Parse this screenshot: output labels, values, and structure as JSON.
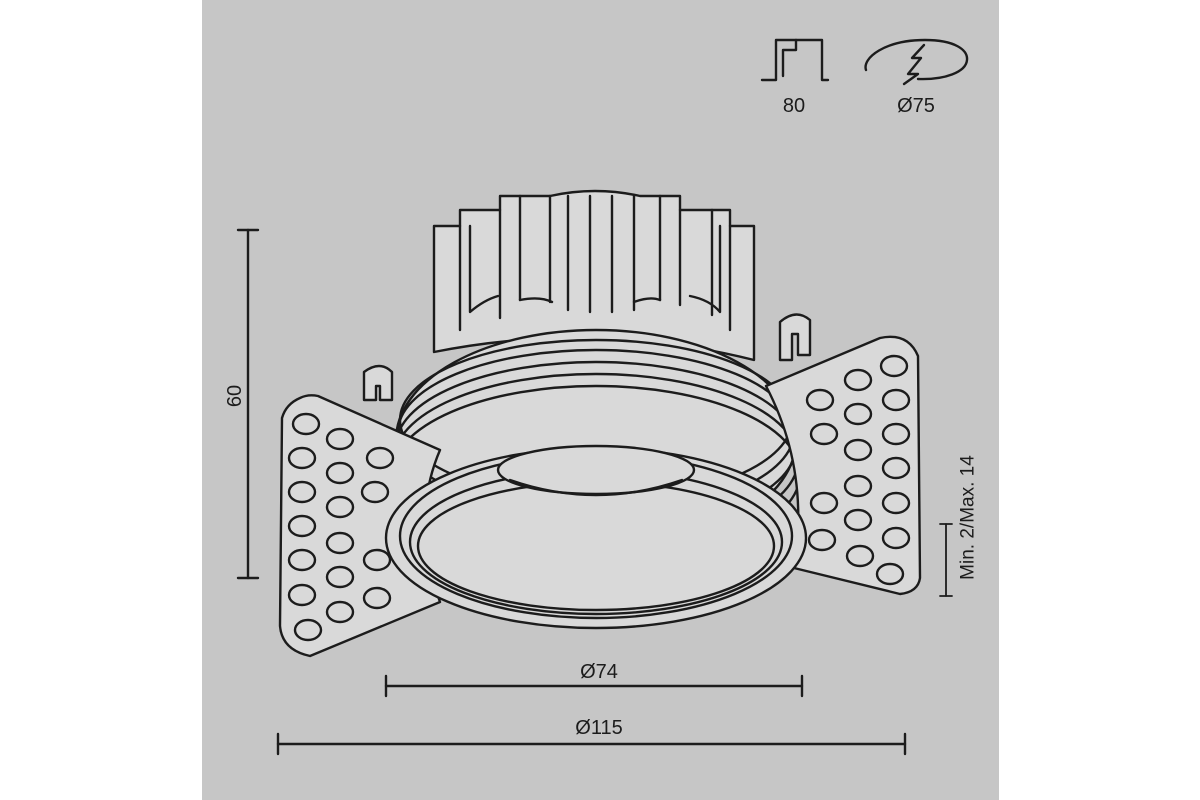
{
  "symbols": {
    "cutout_depth": {
      "icon": "recess-depth-icon",
      "label": "80"
    },
    "cutout_diameter": {
      "icon": "ceiling-cutout-icon",
      "label": "Ø75"
    }
  },
  "dimensions": {
    "height": "60",
    "ceiling_thickness": "Min. 2/Max. 14",
    "bezel_diameter": "Ø74",
    "overall_width": "Ø115"
  },
  "colors": {
    "panel": "#c6c6c6",
    "fill": "#d9d9d9",
    "stroke": "#1c1c1c"
  }
}
